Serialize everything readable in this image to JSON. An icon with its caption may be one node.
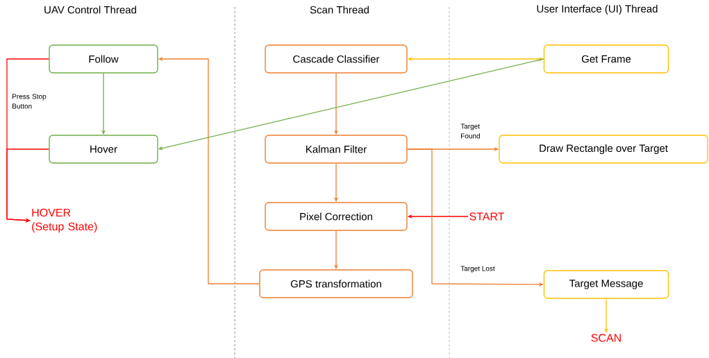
{
  "diagram": {
    "nodes": [
      {
        "text": [
          "Follow"
        ]
      },
      {
        "text": [
          "Hover"
        ]
      },
      {
        "text": [
          "HOVER (Setup State)"
        ]
      },
      {
        "text": [
          "Cascade Classifier"
        ]
      },
      {
        "text": [
          "Kalman Filter"
        ]
      },
      {
        "text": [
          "Pixel Correction"
        ]
      },
      {
        "text": [
          "GPS transformation"
        ]
      },
      {
        "text": [
          "START"
        ]
      },
      {
        "text": [
          "Get Frame"
        ]
      },
      {
        "text": [
          "Draw Rectangle over Target"
        ]
      },
      {
        "text": [
          "Target Message"
        ]
      },
      {
        "text": [
          "SCAN"
        ]
      }
    ],
    "edges": [
      {
        "from": 0,
        "to": 1,
        "arrow": "to",
        "color": "#70ad47"
      },
      {
        "from": 0,
        "to": 2,
        "arrow": "to",
        "label": "Press Stop Button",
        "color": "#ff0000"
      },
      {
        "from": 1,
        "to": 2,
        "arrow": "to",
        "color": "#ff0000"
      },
      {
        "from": 3,
        "to": 4,
        "arrow": "to"
      },
      {
        "from": 4,
        "to": 5,
        "arrow": "to"
      },
      {
        "from": 5,
        "to": 6,
        "arrow": "to"
      },
      {
        "from": 6,
        "to": 0,
        "arrow": "to"
      },
      {
        "from": 7,
        "to": 5,
        "arrow": "to",
        "color": "#ff0000"
      },
      {
        "from": 3,
        "to": 8,
        "arrow": "both",
        "color": "#ffc000"
      },
      {
        "from": 8,
        "to": 1,
        "arrow": "to",
        "color": "#70ad47"
      },
      {
        "from": 4,
        "to": 9,
        "arrow": "to",
        "label": "Target Found"
      },
      {
        "from": 4,
        "to": 10,
        "arrow": "to",
        "label": "Target Lost"
      },
      {
        "from": 10,
        "to": 11,
        "arrow": "to",
        "color": "#ffc000"
      }
    ],
    "labels": [
      "UAV Control Thread",
      "Scan Thread",
      "User Interface (UI) Thread"
    ]
  }
}
